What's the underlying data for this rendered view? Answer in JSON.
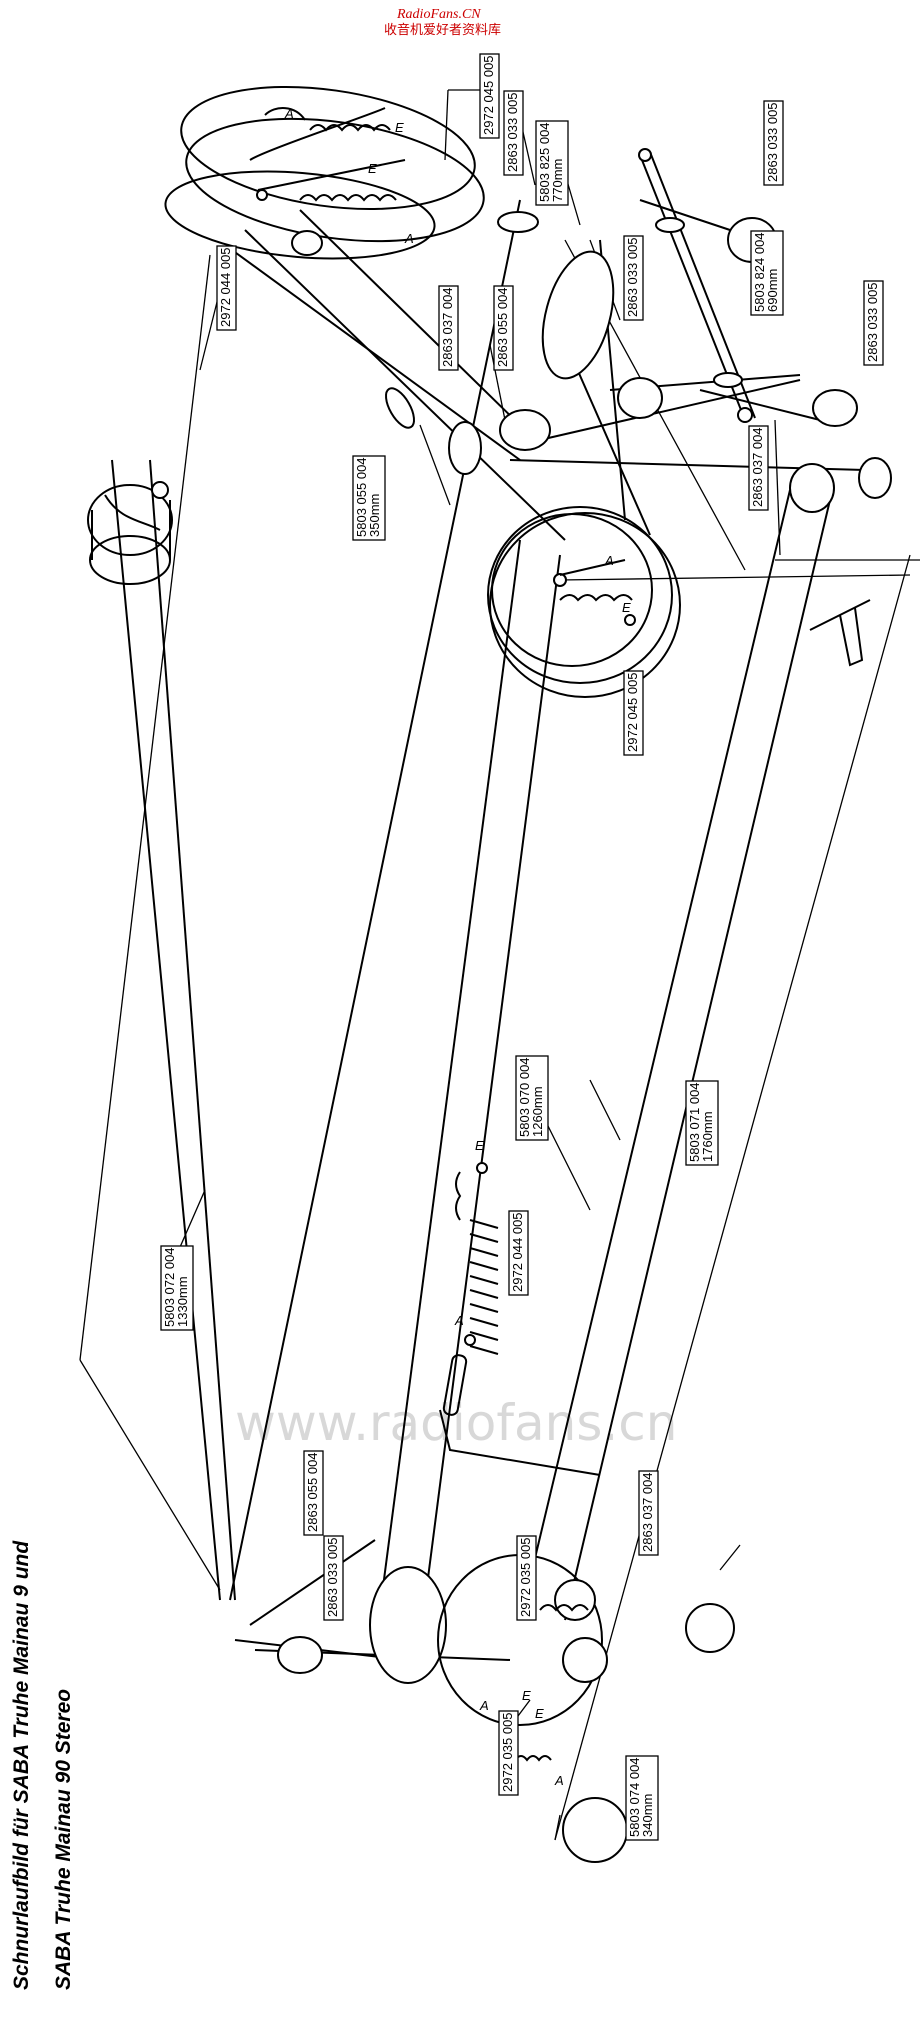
{
  "watermark": {
    "site": "RadioFans.CN",
    "site_cn": "收音机爱好者资料库",
    "center": "www.radiofans.cn"
  },
  "title": {
    "line1": "Schnurlaufbild für  SABA Truhe Mainau 9 und",
    "line2": "SABA Truhe Mainau 90 Stereo"
  },
  "labels": {
    "l01": [
      "2972 045 005"
    ],
    "l02": [
      "2863 033 005"
    ],
    "l03": [
      "5803 825 004",
      "770mm"
    ],
    "l04": [
      "2863 033 005"
    ],
    "l05": [
      "2863 033 005"
    ],
    "l06": [
      "2972 044 005"
    ],
    "l07": [
      "2863 037 004"
    ],
    "l08": [
      "2863 055 004"
    ],
    "l09": [
      "5803 824 004",
      "690mm"
    ],
    "l10": [
      "2863 033 005"
    ],
    "l11": [
      "5803 055 004",
      "350mm"
    ],
    "l12": [
      "2863 037 004"
    ],
    "l13": [
      "2972 045 005"
    ],
    "l14": [
      "5803 070 004",
      "1260mm"
    ],
    "l15": [
      "5803 071 004",
      "1760mm"
    ],
    "l16": [
      "2972 044 005"
    ],
    "l17": [
      "5803 072 004",
      "1330mm"
    ],
    "l18": [
      "2863 055 004"
    ],
    "l19": [
      "2863 037 004"
    ],
    "l20": [
      "2972 035 005"
    ],
    "l21": [
      "2863 033 005"
    ],
    "l22": [
      "2972 035 005"
    ],
    "l23": [
      "5803 074 004",
      "340mm"
    ]
  },
  "spring_letters": {
    "a": "A",
    "e": "E"
  }
}
